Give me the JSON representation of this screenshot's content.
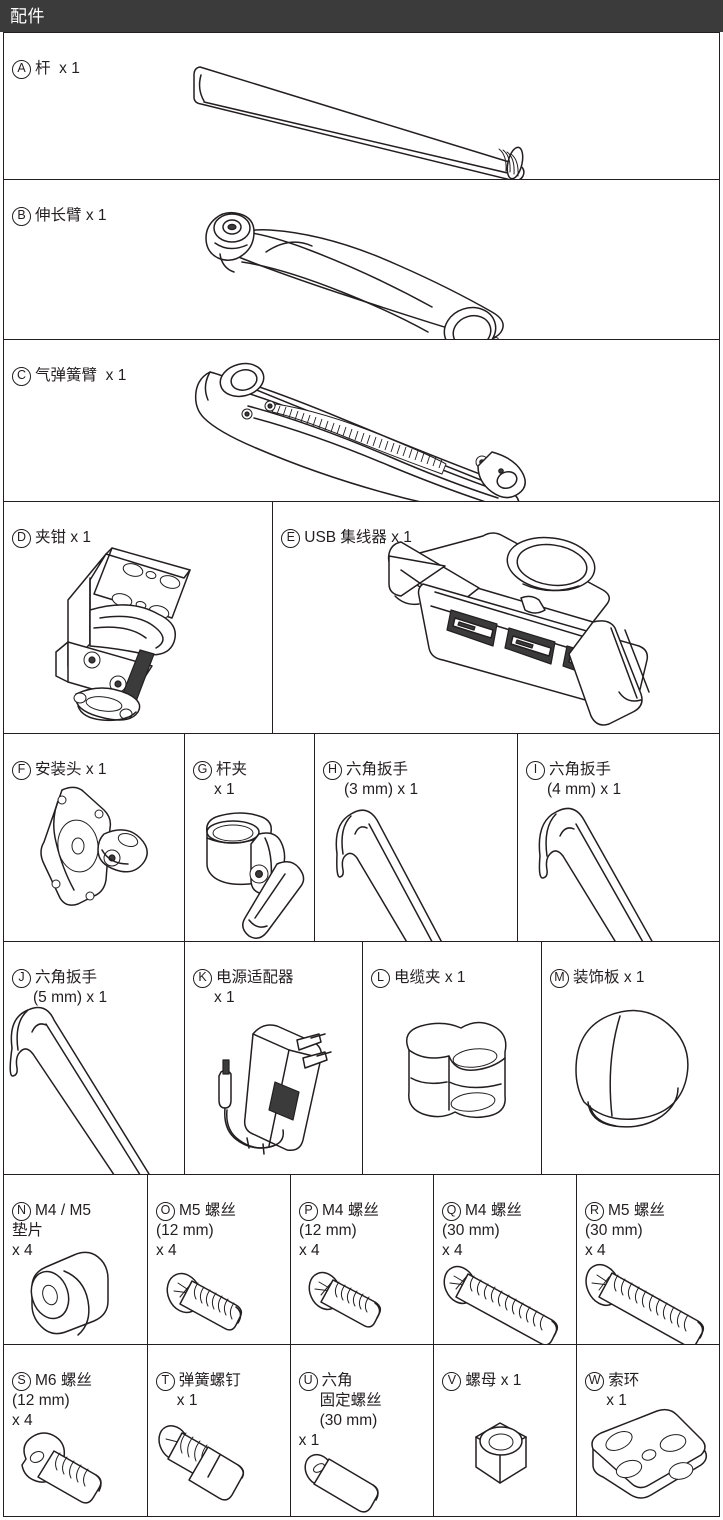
{
  "header": {
    "title": "配件"
  },
  "parts": [
    {
      "letter": "A",
      "name": "杆",
      "line2": "",
      "qty": "x 1",
      "art": "pole"
    },
    {
      "letter": "B",
      "name": "伸长臂",
      "line2": "",
      "qty": "x 1",
      "art": "extension-arm"
    },
    {
      "letter": "C",
      "name": "气弹簧臂",
      "line2": "",
      "qty": "x 1",
      "art": "gas-spring-arm"
    },
    {
      "letter": "D",
      "name": "夹钳",
      "line2": "",
      "qty": "x 1",
      "art": "clamp"
    },
    {
      "letter": "E",
      "name": "USB 集线器",
      "line2": "",
      "qty": "x 1",
      "art": "usb-hub"
    },
    {
      "letter": "F",
      "name": "安装头",
      "line2": "",
      "qty": "x 1",
      "art": "mount-head"
    },
    {
      "letter": "G",
      "name": "杆夹",
      "line2": "",
      "qty": "x 1",
      "art": "pole-clamp"
    },
    {
      "letter": "H",
      "name": "六角扳手",
      "line2": "(3 mm)",
      "qty": "x 1",
      "art": "hex-key-3"
    },
    {
      "letter": "I",
      "name": "六角扳手",
      "line2": "(4 mm)",
      "qty": "x 1",
      "art": "hex-key-4"
    },
    {
      "letter": "J",
      "name": "六角扳手",
      "line2": "(5 mm)",
      "qty": "x 1",
      "art": "hex-key-5"
    },
    {
      "letter": "K",
      "name": "电源适配器",
      "line2": "",
      "qty": "x 1",
      "art": "power-adapter"
    },
    {
      "letter": "L",
      "name": "电缆夹",
      "line2": "",
      "qty": "x 1",
      "art": "cable-clip"
    },
    {
      "letter": "M",
      "name": "装饰板",
      "line2": "",
      "qty": "x 1",
      "art": "cover-cap"
    },
    {
      "letter": "N",
      "name": "M4 / M5",
      "line2": "垫片",
      "qty": "x 4",
      "art": "spacer"
    },
    {
      "letter": "O",
      "name": "M5 螺丝",
      "line2": "(12 mm)",
      "qty": "x 4",
      "art": "screw-m5-12"
    },
    {
      "letter": "P",
      "name": "M4 螺丝",
      "line2": "(12 mm)",
      "qty": "x 4",
      "art": "screw-m4-12"
    },
    {
      "letter": "Q",
      "name": "M4 螺丝",
      "line2": "(30 mm)",
      "qty": "x 4",
      "art": "screw-m4-30"
    },
    {
      "letter": "R",
      "name": "M5 螺丝",
      "line2": "(30 mm)",
      "qty": "x 4",
      "art": "screw-m5-30"
    },
    {
      "letter": "S",
      "name": "M6 螺丝",
      "line2": "(12 mm)",
      "qty": "x 4",
      "art": "screw-m6-12"
    },
    {
      "letter": "T",
      "name": "弹簧螺钉",
      "line2": "",
      "qty": "x 1",
      "art": "spring-screw"
    },
    {
      "letter": "U",
      "name": "六角",
      "line2": "固定螺丝\n(30 mm)",
      "qty": "x 1",
      "art": "hex-set-screw"
    },
    {
      "letter": "V",
      "name": "螺母",
      "line2": "",
      "qty": "x 1",
      "art": "nut"
    },
    {
      "letter": "W",
      "name": "索环",
      "line2": "",
      "qty": "x 1",
      "art": "grommet"
    }
  ],
  "labels": {
    "a": "Ⓐ 杆  x 1",
    "b": "Ⓑ 伸长臂 x 1",
    "c": "Ⓒ 气弹簧臂  x 1",
    "d": "Ⓓ 夹钳 x 1",
    "e": "Ⓔ USB 集线器 x 1",
    "f": "Ⓕ 安装头 x 1",
    "g": "Ⓖ 杆夹 x 1",
    "h": "Ⓗ 六角扳手 (3 mm) x 1",
    "i": "Ⓘ 六角扳手 (4 mm) x 1",
    "j": "Ⓙ 六角扳手 (5 mm) x 1",
    "k": "Ⓚ 电源适配器 x 1",
    "l": "Ⓛ 电缆夹 x 1",
    "m": "Ⓜ 装饰板 x 1",
    "n": "Ⓝ M4 / M5 垫片 x 4",
    "o": "Ⓞ M5 螺丝 (12 mm) x 4",
    "p": "Ⓟ M4 螺丝 (12 mm) x 4",
    "q": "Ⓠ M4 螺丝 (30 mm) x 4",
    "r": "Ⓡ M5 螺丝 (30 mm) x 4",
    "s": "Ⓢ M6 螺丝 (12 mm) x 4",
    "t": "Ⓣ 弹簧螺钉 x 1",
    "u": "Ⓤ 六角 固定螺丝 (30 mm) x 1",
    "v": "Ⓥ 螺母 x 1",
    "w": "Ⓦ 索环 x 1"
  },
  "colors": {
    "header_bg": "#3b3b3b",
    "header_text": "#ffffff",
    "line": "#231f20",
    "page_bg": "#ffffff"
  }
}
